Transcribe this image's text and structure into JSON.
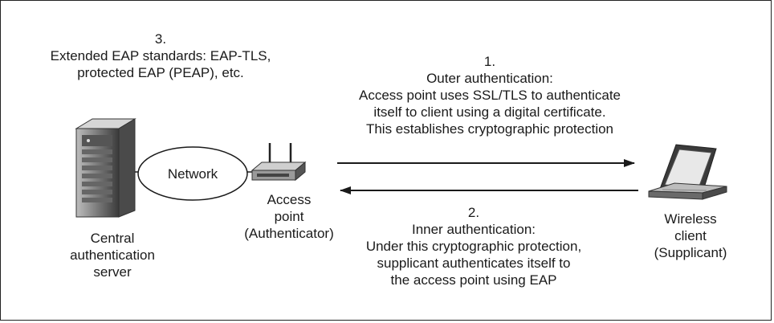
{
  "extended_eap": {
    "number": "3.",
    "lines": [
      "Extended EAP standards: EAP-TLS,",
      "protected EAP (PEAP), etc."
    ]
  },
  "outer_auth": {
    "number": "1.",
    "lines": [
      "Outer authentication:",
      "Access point uses SSL/TLS to authenticate",
      "itself to client using a digital certificate.",
      "This establishes cryptographic protection"
    ]
  },
  "inner_auth": {
    "number": "2.",
    "lines": [
      "Inner authentication:",
      "Under this cryptographic protection,",
      "supplicant authenticates itself to",
      "the access point using EAP"
    ]
  },
  "network_label": "Network",
  "access_point": {
    "lines": [
      "Access",
      "point",
      "(Authenticator)"
    ]
  },
  "server": {
    "lines": [
      "Central",
      "authentication",
      "server"
    ]
  },
  "client": {
    "lines": [
      "Wireless",
      "client",
      "(Supplicant)"
    ]
  },
  "colors": {
    "line": "#1a1a1a",
    "device_dark": "#3a3a3a",
    "device_mid": "#8a8a8a",
    "device_light": "#cfcfcf",
    "screen": "#e8e8e8"
  },
  "icons": [
    "server-icon",
    "router-icon",
    "laptop-icon",
    "arrow-right-icon",
    "arrow-left-icon",
    "network-cloud-icon"
  ]
}
